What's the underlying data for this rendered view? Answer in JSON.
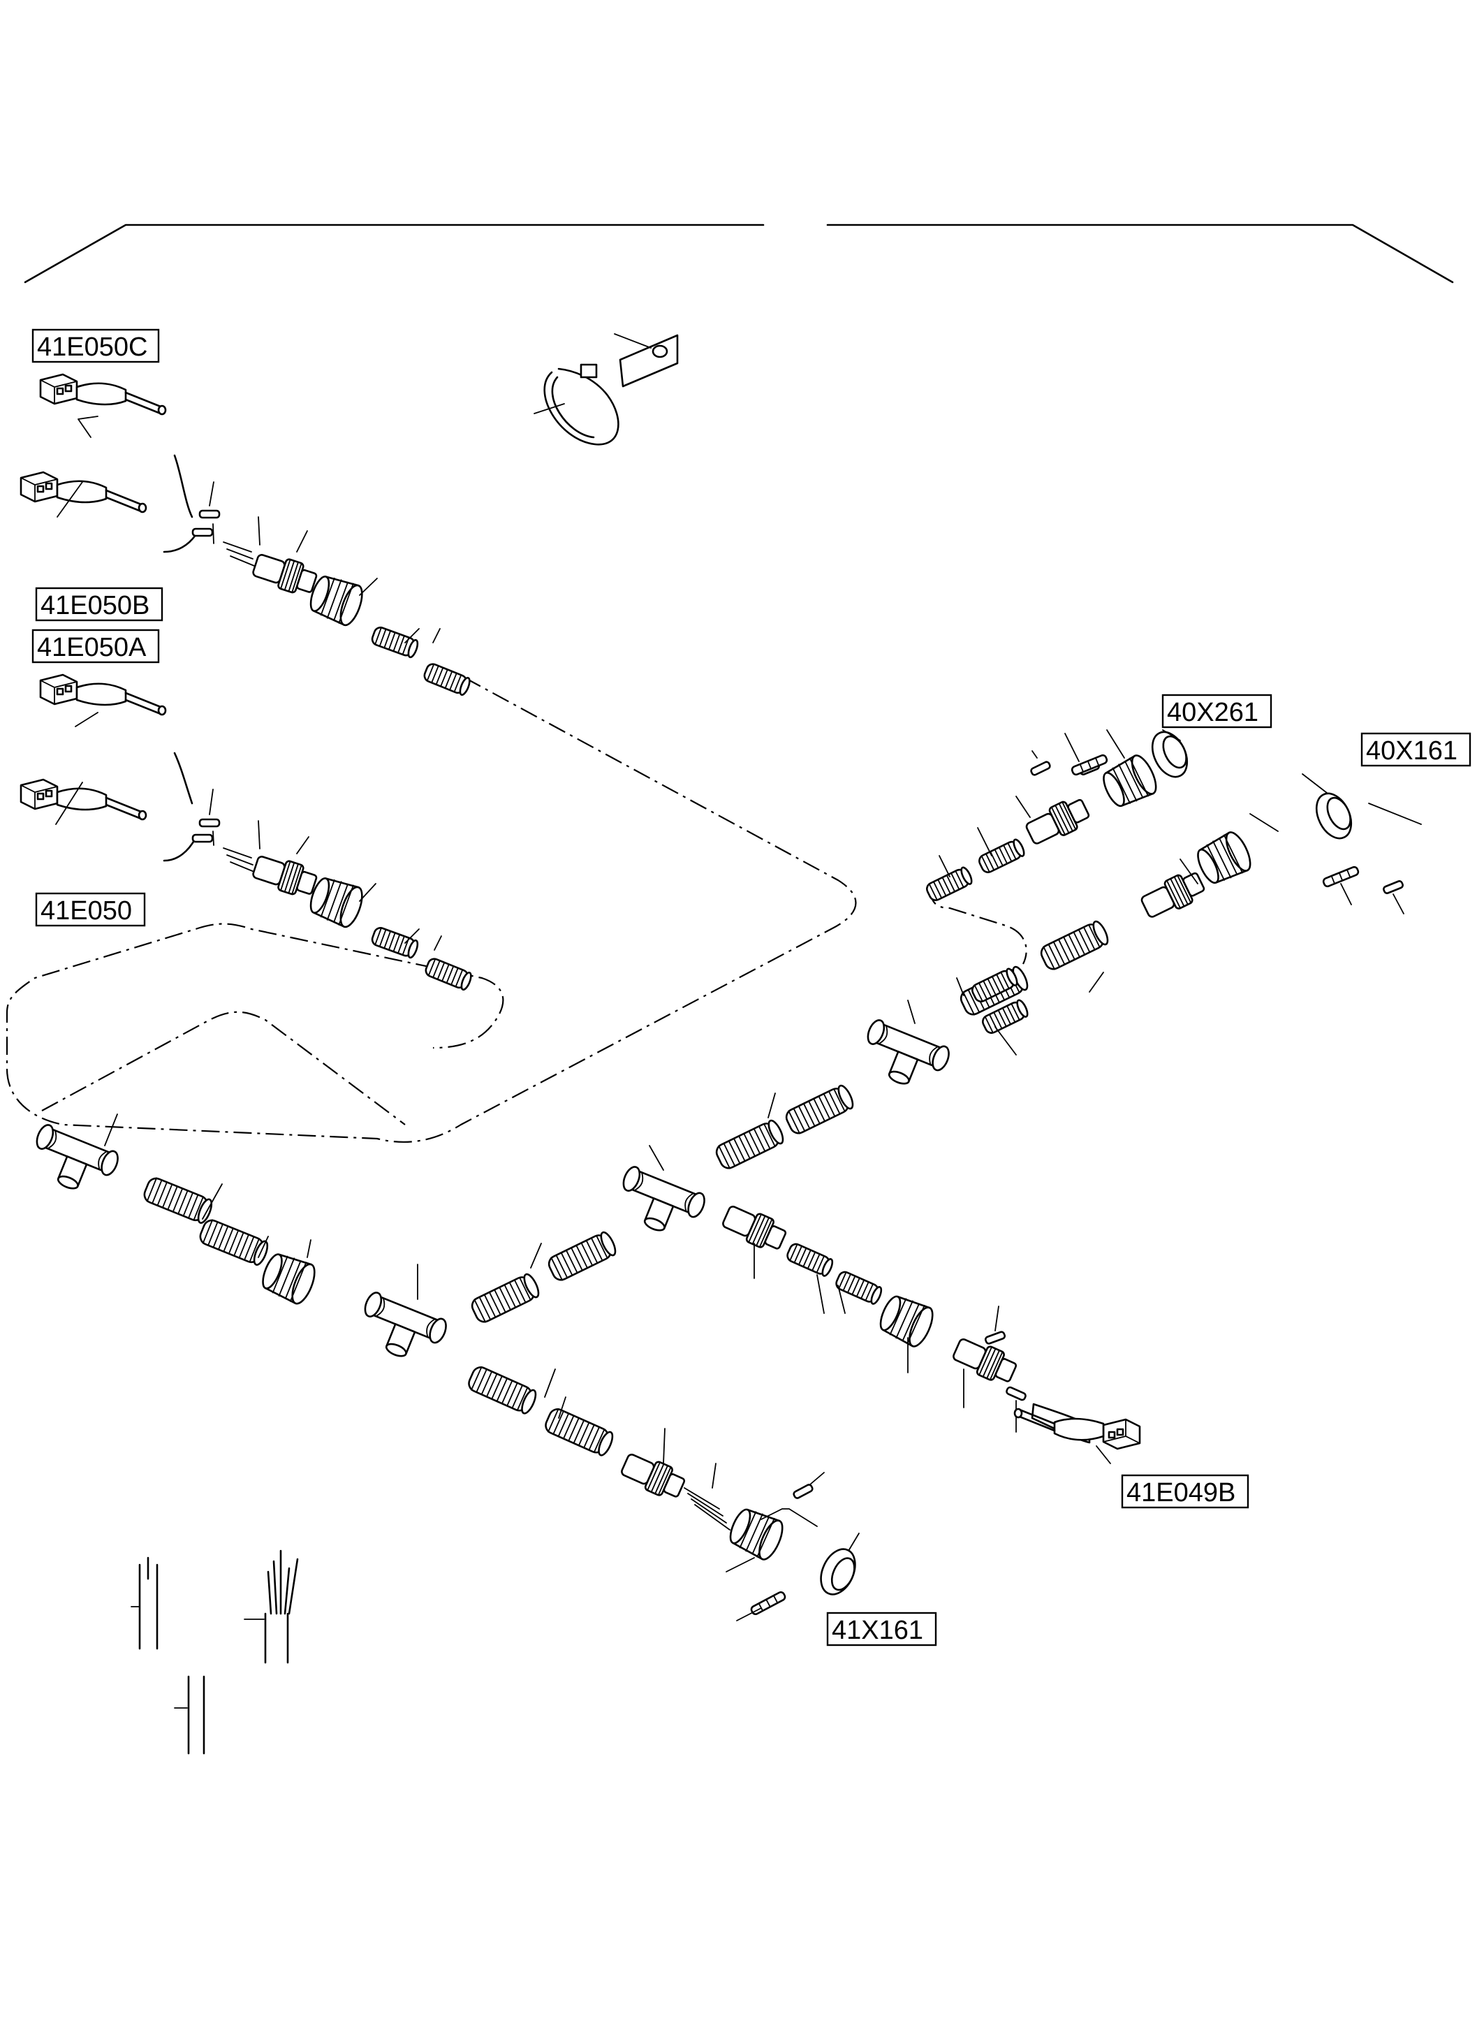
{
  "labels": {
    "conn_41E050C": "41E050C",
    "conn_41E050B": "41E050B",
    "conn_41E050A": "41E050A",
    "conn_41E050": "41E050",
    "conn_40X261": "40X261",
    "conn_40X161": "40X161",
    "conn_41E049B": "41E049B",
    "conn_41X161": "41X161"
  },
  "icons": {
    "conduit": "corrugated-conduit-icon",
    "tee": "tee-junction-icon",
    "plug": "connector-plug-icon",
    "pin": "terminal-pin-icon",
    "tie": "cable-tie-icon",
    "tag": "label-tag-icon",
    "wire": "wire-icon",
    "cable": "multicore-cable-icon"
  }
}
